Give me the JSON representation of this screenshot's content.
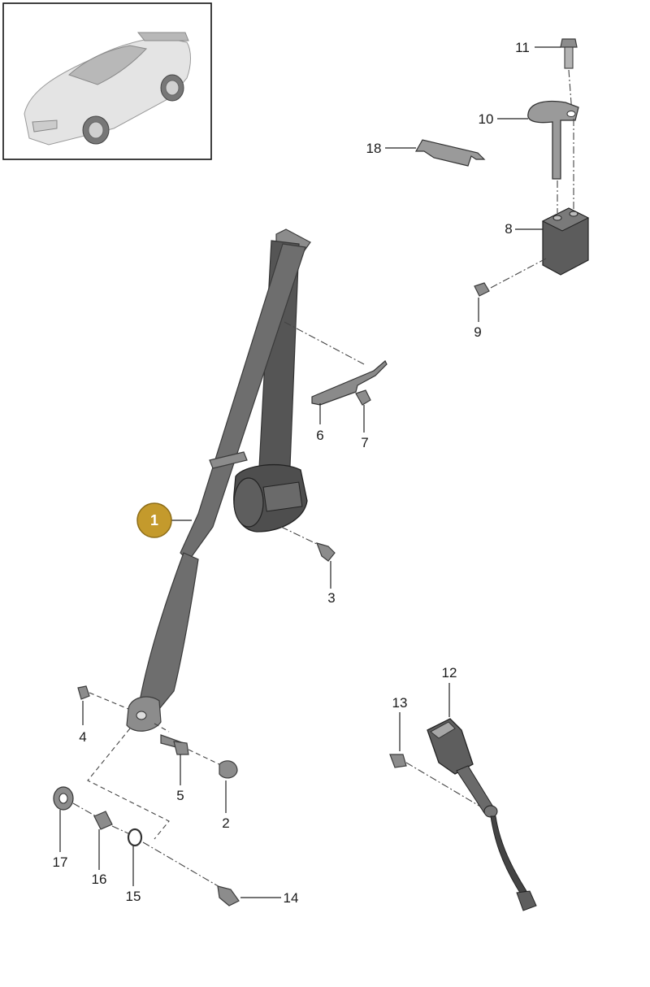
{
  "diagram": {
    "callouts": [
      {
        "id": "1",
        "label": "1"
      },
      {
        "id": "2",
        "label": "2"
      },
      {
        "id": "3",
        "label": "3"
      },
      {
        "id": "4",
        "label": "4"
      },
      {
        "id": "5",
        "label": "5"
      },
      {
        "id": "6",
        "label": "6"
      },
      {
        "id": "7",
        "label": "7"
      },
      {
        "id": "8",
        "label": "8"
      },
      {
        "id": "9",
        "label": "9"
      },
      {
        "id": "10",
        "label": "10"
      },
      {
        "id": "11",
        "label": "11"
      },
      {
        "id": "12",
        "label": "12"
      },
      {
        "id": "13",
        "label": "13"
      },
      {
        "id": "14",
        "label": "14"
      },
      {
        "id": "15",
        "label": "15"
      },
      {
        "id": "16",
        "label": "16"
      },
      {
        "id": "17",
        "label": "17"
      },
      {
        "id": "18",
        "label": "18"
      }
    ],
    "colors": {
      "badge": "#c49a2c",
      "badge_text": "#ffffff",
      "belt": "#6e6e6e",
      "lines": "#222222"
    },
    "thumbnail": {
      "icon": "sports-car-thumbnail-icon"
    }
  }
}
